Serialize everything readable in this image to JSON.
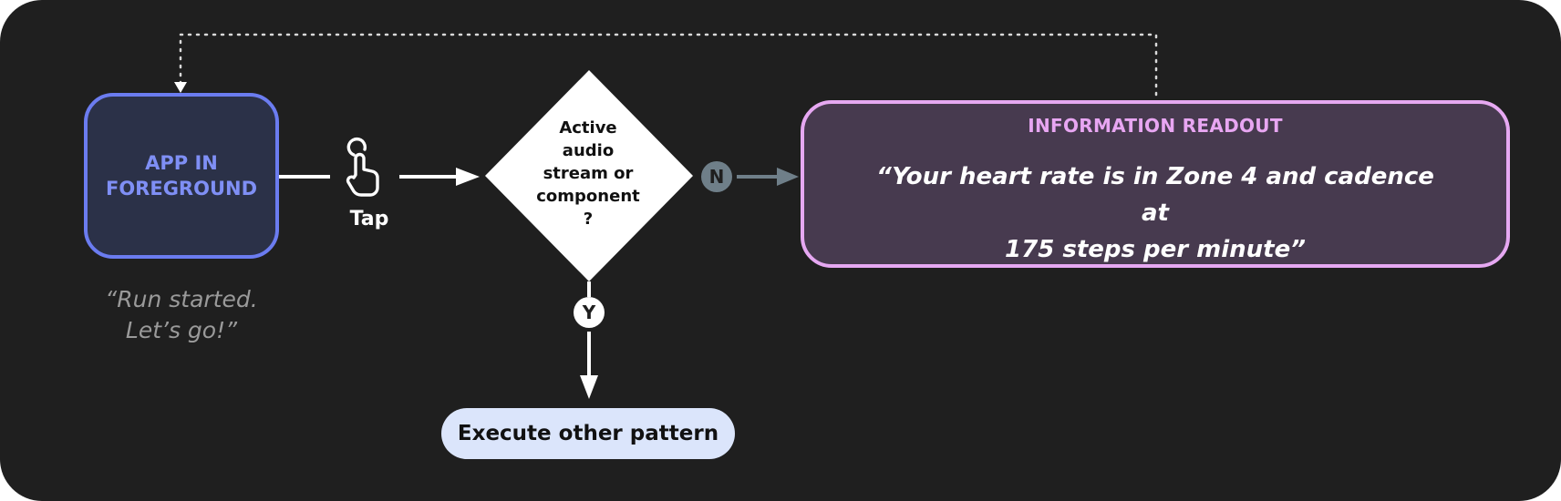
{
  "nodes": {
    "app": {
      "line1": "APP IN",
      "line2": "FOREGROUND"
    },
    "app_caption": {
      "line1": "“Run started.",
      "line2": "Let’s go!”"
    },
    "tap_label": "Tap",
    "decision": {
      "line1": "Active",
      "line2": "audio",
      "line3": "stream or",
      "line4": "component",
      "line5": "?"
    },
    "readout": {
      "title": "INFORMATION READOUT",
      "quote_line1": "“Your heart rate is in Zone 4 and cadence at",
      "quote_line2": "175 steps per minute”"
    },
    "execute": "Execute other pattern"
  },
  "badges": {
    "no": "N",
    "yes": "Y"
  },
  "colors": {
    "background": "#1f1f1f",
    "app_border": "#6b7cf0",
    "app_fill": "#2b3148",
    "readout_border": "#e6a8f2",
    "readout_fill": "#473a4f",
    "no_branch": "#6f7f89",
    "execute_fill": "#dbe5fb"
  },
  "icons": {
    "tap": "tap-gesture-icon"
  }
}
